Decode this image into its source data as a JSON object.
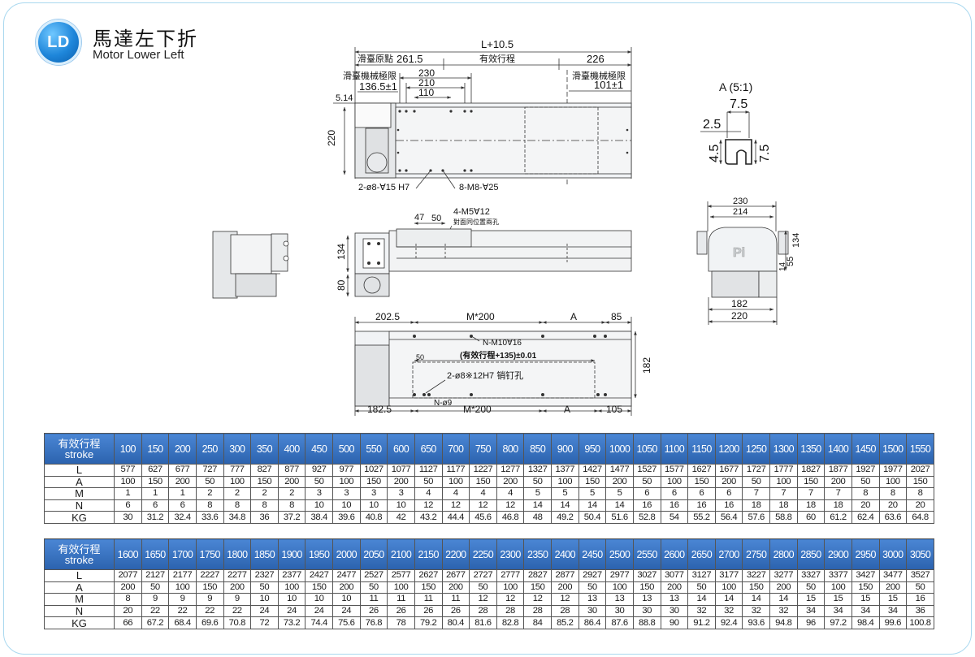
{
  "brand": {
    "logo_text": "LD",
    "title_cn": "馬達左下折",
    "title_en": "Motor Lower Left"
  },
  "drawing": {
    "top_view": {
      "overall_length": "L+10.5",
      "home_label": "滑臺原點",
      "home_value": "261.5",
      "effective_stroke": "有效行程",
      "right_length": "226",
      "left_limit_label": "滑臺機械極限",
      "left_limit_value": "136.5±1",
      "right_limit_label": "滑臺機械極限",
      "right_limit_value": "101±1",
      "dim_230": "230",
      "dim_210": "210",
      "dim_110": "110",
      "dim_514": "5.14",
      "height_220": "220",
      "hole_note_1": "2-ø8-∀15  H7",
      "hole_note_2": "8-M8-∀25"
    },
    "detail_a": {
      "title": "A (5:1)",
      "dim_75_top": "7.5",
      "dim_25": "2.5",
      "dim_45": "4.5",
      "dim_75_side": "7.5"
    },
    "side_view": {
      "dim_47": "47",
      "dim_50": "50",
      "hole_note": "4-M5∀12",
      "hole_note_sub": "對面同位置兩孔",
      "height_134": "134",
      "height_80": "80"
    },
    "end_view": {
      "width_230": "230",
      "width_214": "214",
      "height_134": "134",
      "dim_55": "55",
      "dim_14": "14",
      "width_182": "182",
      "width_220": "220",
      "logo": "Pi"
    },
    "bottom_view": {
      "dim_2025": "202.5",
      "dim_m200": "M*200",
      "dim_a": "A",
      "dim_85": "85",
      "hole_note_m10": "N-M10∀16",
      "stroke_note": "(有效行程+135)±0.01",
      "dim_50": "50",
      "pin_note": "2-ø8※12H7 销钉孔",
      "dim_n9": "N-ø9",
      "width_182": "182",
      "dim_1825": "182.5",
      "dim_m200_b": "M*200",
      "dim_a_b": "A",
      "dim_105": "105"
    }
  },
  "spec_tables": [
    {
      "header_label_cn": "有效行程",
      "header_label_en": "stroke",
      "strokes": [
        "100",
        "150",
        "200",
        "250",
        "300",
        "350",
        "400",
        "450",
        "500",
        "550",
        "600",
        "650",
        "700",
        "750",
        "800",
        "850",
        "900",
        "950",
        "1000",
        "1050",
        "1100",
        "1150",
        "1200",
        "1250",
        "1300",
        "1350",
        "1400",
        "1450",
        "1500",
        "1550"
      ],
      "rows": [
        {
          "label": "L",
          "values": [
            "577",
            "627",
            "677",
            "727",
            "777",
            "827",
            "877",
            "927",
            "977",
            "1027",
            "1077",
            "1127",
            "1177",
            "1227",
            "1277",
            "1327",
            "1377",
            "1427",
            "1477",
            "1527",
            "1577",
            "1627",
            "1677",
            "1727",
            "1777",
            "1827",
            "1877",
            "1927",
            "1977",
            "2027"
          ]
        },
        {
          "label": "A",
          "values": [
            "100",
            "150",
            "200",
            "50",
            "100",
            "150",
            "200",
            "50",
            "100",
            "150",
            "200",
            "50",
            "100",
            "150",
            "200",
            "50",
            "100",
            "150",
            "200",
            "50",
            "100",
            "150",
            "200",
            "50",
            "100",
            "150",
            "200",
            "50",
            "100",
            "150"
          ]
        },
        {
          "label": "M",
          "values": [
            "1",
            "1",
            "1",
            "2",
            "2",
            "2",
            "2",
            "3",
            "3",
            "3",
            "3",
            "4",
            "4",
            "4",
            "4",
            "5",
            "5",
            "5",
            "5",
            "6",
            "6",
            "6",
            "6",
            "7",
            "7",
            "7",
            "7",
            "8",
            "8",
            "8"
          ]
        },
        {
          "label": "N",
          "values": [
            "6",
            "6",
            "6",
            "8",
            "8",
            "8",
            "8",
            "10",
            "10",
            "10",
            "10",
            "12",
            "12",
            "12",
            "12",
            "14",
            "14",
            "14",
            "14",
            "16",
            "16",
            "16",
            "16",
            "18",
            "18",
            "18",
            "18",
            "20",
            "20",
            "20"
          ]
        },
        {
          "label": "KG",
          "values": [
            "30",
            "31.2",
            "32.4",
            "33.6",
            "34.8",
            "36",
            "37.2",
            "38.4",
            "39.6",
            "40.8",
            "42",
            "43.2",
            "44.4",
            "45.6",
            "46.8",
            "48",
            "49.2",
            "50.4",
            "51.6",
            "52.8",
            "54",
            "55.2",
            "56.4",
            "57.6",
            "58.8",
            "60",
            "61.2",
            "62.4",
            "63.6",
            "64.8"
          ]
        }
      ]
    },
    {
      "header_label_cn": "有效行程",
      "header_label_en": "stroke",
      "strokes": [
        "1600",
        "1650",
        "1700",
        "1750",
        "1800",
        "1850",
        "1900",
        "1950",
        "2000",
        "2050",
        "2100",
        "2150",
        "2200",
        "2250",
        "2300",
        "2350",
        "2400",
        "2450",
        "2500",
        "2550",
        "2600",
        "2650",
        "2700",
        "2750",
        "2800",
        "2850",
        "2900",
        "2950",
        "3000",
        "3050"
      ],
      "rows": [
        {
          "label": "L",
          "values": [
            "2077",
            "2127",
            "2177",
            "2227",
            "2277",
            "2327",
            "2377",
            "2427",
            "2477",
            "2527",
            "2577",
            "2627",
            "2677",
            "2727",
            "2777",
            "2827",
            "2877",
            "2927",
            "2977",
            "3027",
            "3077",
            "3127",
            "3177",
            "3227",
            "3277",
            "3327",
            "3377",
            "3427",
            "3477",
            "3527"
          ]
        },
        {
          "label": "A",
          "values": [
            "200",
            "50",
            "100",
            "150",
            "200",
            "50",
            "100",
            "150",
            "200",
            "50",
            "100",
            "150",
            "200",
            "50",
            "100",
            "150",
            "200",
            "50",
            "100",
            "150",
            "200",
            "50",
            "100",
            "150",
            "200",
            "50",
            "100",
            "150",
            "200",
            "50"
          ]
        },
        {
          "label": "M",
          "values": [
            "8",
            "9",
            "9",
            "9",
            "9",
            "10",
            "10",
            "10",
            "10",
            "11",
            "11",
            "11",
            "11",
            "12",
            "12",
            "12",
            "12",
            "13",
            "13",
            "13",
            "13",
            "14",
            "14",
            "14",
            "14",
            "15",
            "15",
            "15",
            "15",
            "16"
          ]
        },
        {
          "label": "N",
          "values": [
            "20",
            "22",
            "22",
            "22",
            "22",
            "24",
            "24",
            "24",
            "24",
            "26",
            "26",
            "26",
            "26",
            "28",
            "28",
            "28",
            "28",
            "30",
            "30",
            "30",
            "30",
            "32",
            "32",
            "32",
            "32",
            "34",
            "34",
            "34",
            "34",
            "36"
          ]
        },
        {
          "label": "KG",
          "values": [
            "66",
            "67.2",
            "68.4",
            "69.6",
            "70.8",
            "72",
            "73.2",
            "74.4",
            "75.6",
            "76.8",
            "78",
            "79.2",
            "80.4",
            "81.6",
            "82.8",
            "84",
            "85.2",
            "86.4",
            "87.6",
            "88.8",
            "90",
            "91.2",
            "92.4",
            "93.6",
            "94.8",
            "96",
            "97.2",
            "98.4",
            "99.6",
            "100.8"
          ]
        }
      ]
    }
  ]
}
